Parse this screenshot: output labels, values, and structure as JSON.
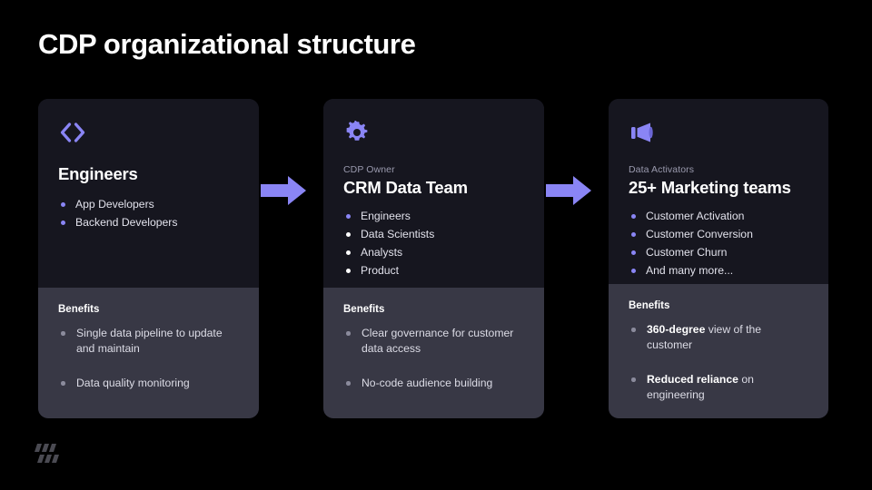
{
  "slide": {
    "title": "CDP organizational structure",
    "background_color": "#000000",
    "accent_color": "#8a85f5",
    "card_top_color": "#16161f",
    "card_bottom_color": "#383845"
  },
  "cards": [
    {
      "id": "engineers",
      "icon": "code-brackets-icon",
      "eyebrow": "",
      "title": "Engineers",
      "roles": [
        {
          "label": "App Developers",
          "dot": "accent"
        },
        {
          "label": "Backend Developers",
          "dot": "accent"
        }
      ],
      "benefits_heading": "Benefits",
      "benefits": [
        {
          "bold": "",
          "text": "Single data pipeline to update and maintain"
        },
        {
          "bold": "",
          "text": "Data quality monitoring"
        }
      ]
    },
    {
      "id": "crm",
      "icon": "gear-icon",
      "eyebrow": "CDP Owner",
      "title": "CRM Data Team",
      "roles": [
        {
          "label": "Engineers",
          "dot": "accent"
        },
        {
          "label": "Data Scientists",
          "dot": "white"
        },
        {
          "label": "Analysts",
          "dot": "white"
        },
        {
          "label": "Product",
          "dot": "white"
        }
      ],
      "benefits_heading": "Benefits",
      "benefits": [
        {
          "bold": "",
          "text": "Clear governance for customer data access"
        },
        {
          "bold": "",
          "text": "No-code audience building"
        }
      ]
    },
    {
      "id": "marketing",
      "icon": "megaphone-icon",
      "eyebrow": "Data Activators",
      "title": "25+ Marketing teams",
      "roles": [
        {
          "label": "Customer Activation",
          "dot": "accent"
        },
        {
          "label": "Customer Conversion",
          "dot": "accent"
        },
        {
          "label": "Customer Churn",
          "dot": "accent"
        },
        {
          "label": "And many more...",
          "dot": "accent"
        }
      ],
      "benefits_heading": "Benefits",
      "benefits": [
        {
          "bold": "360-degree",
          "text": " view of the customer"
        },
        {
          "bold": "Reduced reliance",
          "text": " on engineering"
        }
      ]
    }
  ],
  "arrows": [
    {
      "id": "arrow-1",
      "direction": "right",
      "color": "#8a85f5"
    },
    {
      "id": "arrow-2",
      "direction": "right",
      "color": "#8a85f5"
    }
  ],
  "footer": {
    "logo": "brand-mark-logo"
  }
}
